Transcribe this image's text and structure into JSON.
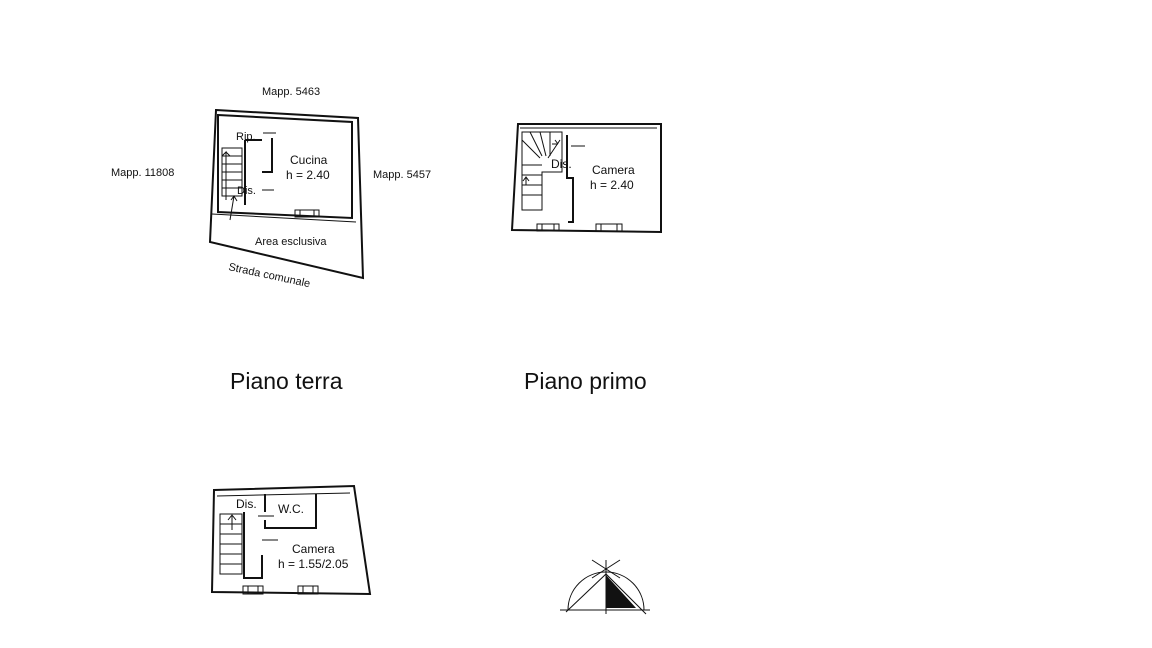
{
  "ground_floor": {
    "title": "Piano terra",
    "neighbor_top": "Mapp. 5463",
    "neighbor_left": "Mapp. 11808",
    "neighbor_right": "Mapp. 5457",
    "room_rip": "Rip.",
    "room_kitchen": "Cucina",
    "room_kitchen_height": "h = 2.40",
    "room_dis": "Dis.",
    "outdoor_area": "Area esclusiva",
    "street": "Strada comunale"
  },
  "first_floor": {
    "title": "Piano primo",
    "room_dis": "Dis.",
    "room_bedroom": "Camera",
    "room_bedroom_height": "h = 2.40"
  },
  "attic_floor": {
    "room_dis": "Dis.",
    "room_wc": "W.C.",
    "room_bedroom": "Camera",
    "room_bedroom_height": "h = 1.55/2.05"
  },
  "north_arrow": {
    "icon": "compass-rose-icon"
  }
}
